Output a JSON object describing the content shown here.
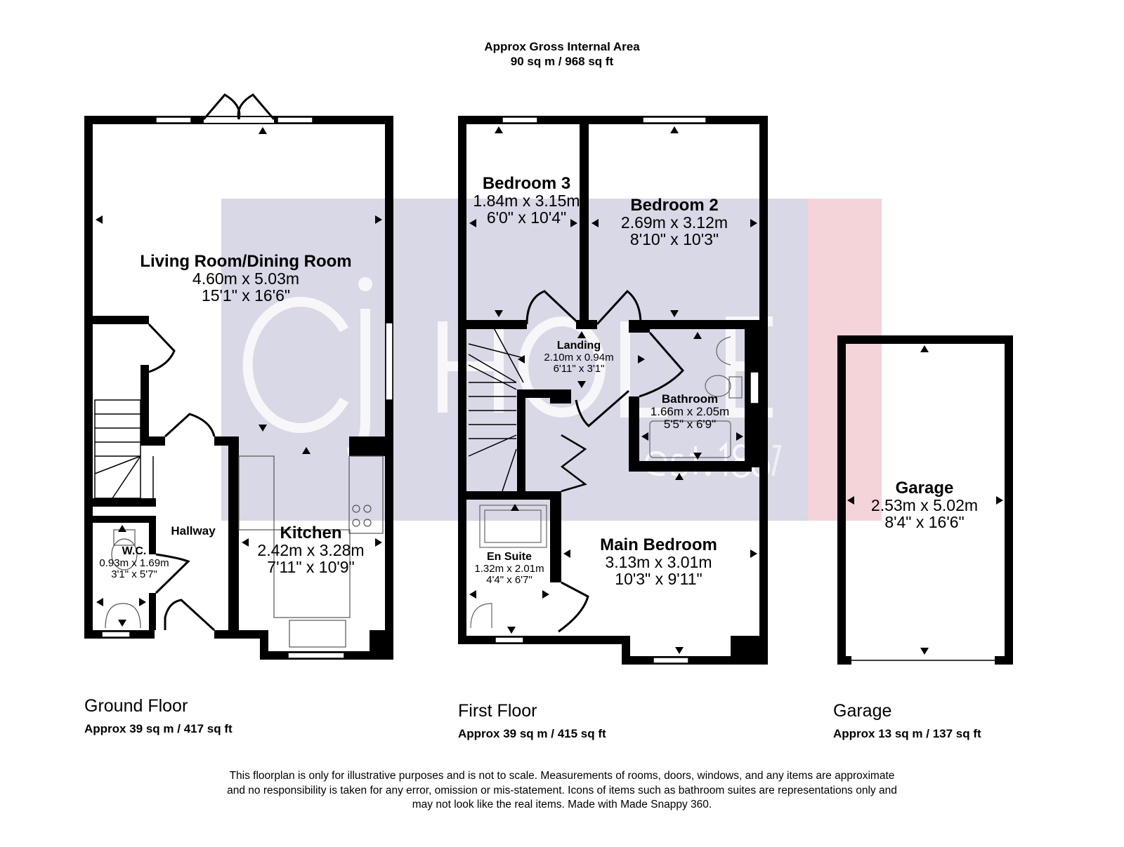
{
  "header": {
    "title": "Approx Gross Internal Area",
    "area": "90 sq m / 968 sq ft"
  },
  "watermark": {
    "brand": "CJ HOLE",
    "tagline": "est. 1867",
    "colors": {
      "block": "#c9c9dc",
      "accent": "#f2c9cf"
    }
  },
  "floors": [
    {
      "name": "Ground Floor",
      "area": "Approx 39 sq m / 417 sq ft"
    },
    {
      "name": "First Floor",
      "area": "Approx 39 sq m / 415 sq ft"
    },
    {
      "name": "Garage",
      "area": "Approx 13 sq m / 137 sq ft"
    }
  ],
  "rooms": {
    "living": {
      "name": "Living Room/Dining Room",
      "metric": "4.60m x 5.03m",
      "imperial": "15'1\" x 16'6\""
    },
    "kitchen": {
      "name": "Kitchen",
      "metric": "2.42m x 3.28m",
      "imperial": "7'11\" x 10'9\""
    },
    "hallway": {
      "name": "Hallway"
    },
    "wc": {
      "name": "W.C.",
      "metric": "0.93m x 1.69m",
      "imperial": "3'1\" x 5'7\""
    },
    "bedroom3": {
      "name": "Bedroom 3",
      "metric": "1.84m x 3.15m",
      "imperial": "6'0\" x 10'4\""
    },
    "bedroom2": {
      "name": "Bedroom 2",
      "metric": "2.69m x 3.12m",
      "imperial": "8'10\" x 10'3\""
    },
    "landing": {
      "name": "Landing",
      "metric": "2.10m x 0.94m",
      "imperial": "6'11\" x 3'1\""
    },
    "bathroom": {
      "name": "Bathroom",
      "metric": "1.66m x 2.05m",
      "imperial": "5'5\" x 6'9\""
    },
    "ensuite": {
      "name": "En Suite",
      "metric": "1.32m x 2.01m",
      "imperial": "4'4\" x 6'7\""
    },
    "main_bedroom": {
      "name": "Main Bedroom",
      "metric": "3.13m x 3.01m",
      "imperial": "10'3\" x 9'11\""
    },
    "garage": {
      "name": "Garage",
      "metric": "2.53m x 5.02m",
      "imperial": "8'4\" x 16'6\""
    }
  },
  "disclaimer": [
    "This floorplan is only for illustrative purposes and is not to scale. Measurements of rooms, doors, windows, and any items are approximate",
    "and no responsibility is taken for any error, omission or mis-statement. Icons of items such as bathroom suites are representations only and",
    "may not look like the real items. Made with Made Snappy 360."
  ]
}
